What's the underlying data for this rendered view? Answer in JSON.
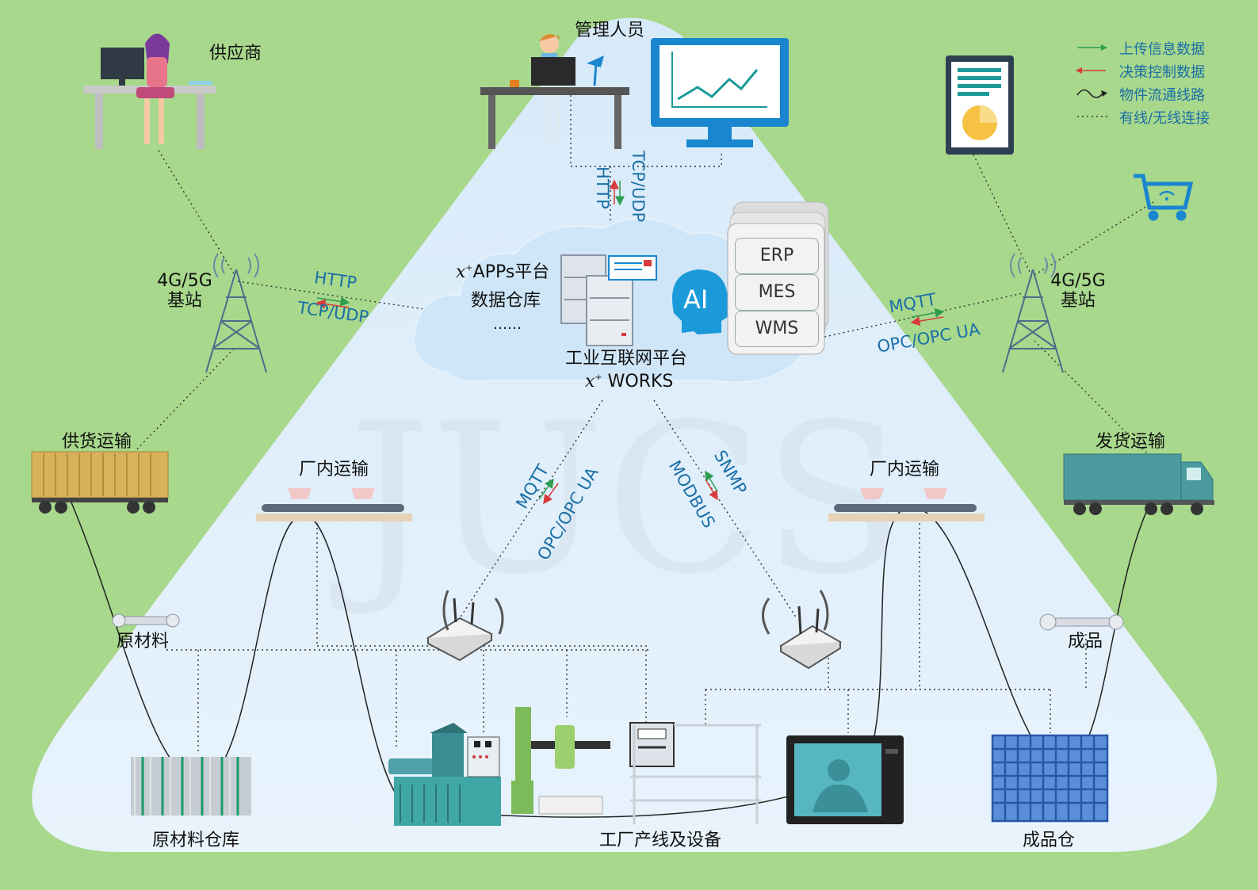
{
  "legend": {
    "items": [
      {
        "label": "上传信息数据",
        "kind": "upload",
        "color": "#2e9e4e"
      },
      {
        "label": "决策控制数据",
        "kind": "control",
        "color": "#d63a3a"
      },
      {
        "label": "物件流通线路",
        "kind": "flow",
        "color": "#222222"
      },
      {
        "label": "有线/无线连接",
        "kind": "link",
        "color": "#333333"
      }
    ]
  },
  "nodes": {
    "manager": "管理人员",
    "supplier": "供应商",
    "base_left_line1": "4G/5G",
    "base_left_line2": "基站",
    "base_right_line1": "4G/5G",
    "base_right_line2": "基站",
    "supply_transport": "供货运输",
    "ship_transport": "发货运输",
    "plant_transport_left": "厂内运输",
    "plant_transport_right": "厂内运输",
    "raw_material": "原材料",
    "finished_goods": "成品",
    "raw_warehouse": "原材料仓库",
    "factory_line": "工厂产线及设备",
    "finished_warehouse": "成品仓"
  },
  "cloud": {
    "apps_line": "APPs平台",
    "warehouse_line": "数据仓库",
    "ellipsis": "……",
    "platform_line": "工业互联网平台",
    "works_line": "WORKS",
    "ai_badge": "AI",
    "systems": [
      "ERP",
      "MES",
      "WMS"
    ]
  },
  "protocols": {
    "top_a": "TCP/UDP",
    "top_b": "HTTP",
    "left_a": "HTTP",
    "left_b": "TCP/UDP",
    "right_a": "MQTT",
    "right_b": "OPC/OPC UA",
    "down_left_a": "MQTT",
    "down_left_b": "OPC/OPC UA",
    "down_right_a": "SNMP",
    "down_right_b": "MODBUS"
  },
  "colors": {
    "background": "#a8d88c",
    "triangle": "#e3f1fb",
    "protocol_text": "#1a6fa6",
    "monitor": "#1a86cf",
    "ai_head": "#1a9ad9"
  }
}
